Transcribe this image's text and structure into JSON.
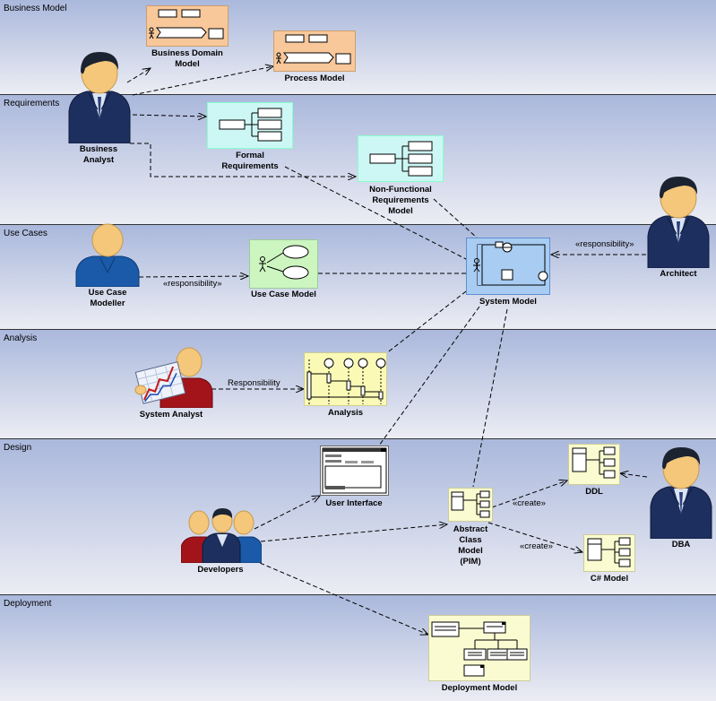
{
  "lanes": [
    {
      "label": "Business Model"
    },
    {
      "label": "Requirements"
    },
    {
      "label": "Use Cases"
    },
    {
      "label": "Analysis"
    },
    {
      "label": "Design"
    },
    {
      "label": "Deployment"
    }
  ],
  "actors": {
    "business_analyst": "Business\nAnalyst",
    "architect": "Architect",
    "use_case_modeller": "Use Case\nModeller",
    "system_analyst": "System Analyst",
    "developers": "Developers",
    "dba": "DBA"
  },
  "artifacts": {
    "business_domain_model": "Business Domain\nModel",
    "process_model": "Process Model",
    "formal_requirements": "Formal\nRequirements",
    "nonfunctional_requirements": "Non-Functional\nRequirements\nModel",
    "use_case_model": "Use Case Model",
    "system_model": "System Model",
    "analysis": "Analysis",
    "user_interface": "User Interface",
    "abstract_class_model": "Abstract\nClass\nModel\n(PIM)",
    "ddl": "DDL",
    "csharp_model": "C# Model",
    "deployment_model": "Deployment Model"
  },
  "connector_labels": {
    "architect_responsibility": "«responsibility»",
    "modeller_responsibility": "«responsibility»",
    "analyst_responsibility": "Responsibility",
    "create_ddl": "«create»",
    "create_csharp": "«create»"
  },
  "colors": {
    "lane_top": "#aab8dc",
    "lane_bottom": "#ecedf4",
    "business_artifact": "#f8c79a",
    "requirement_artifact": "#ccf7f5",
    "usecase_artifact": "#ccf5c0",
    "system_artifact": "#a8ccf2",
    "analysis_artifact": "#fafab6",
    "design_artifact": "#fafbd0",
    "person_navy": "#1d2f5e",
    "person_blue": "#1a5aa8",
    "person_red": "#a3141a",
    "skin": "#f4c77a"
  }
}
